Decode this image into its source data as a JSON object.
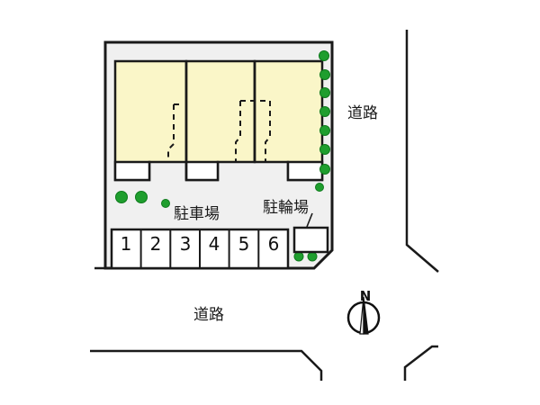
{
  "document": {
    "type": "site-plan",
    "background_color": "#ffffff"
  },
  "colors": {
    "building_fill": "#faf6c8",
    "lot_fill": "#f0f0f0",
    "outline": "#1a1a1a",
    "tree_green": "#1f9e2e",
    "tree_green_dark": "#0e7a1c",
    "stall_fill": "#ffffff",
    "text": "#1a1a1a"
  },
  "labels": {
    "parking_lot": "駐車場",
    "bicycle_parking": "駐輪場",
    "road_right": "道路",
    "road_bottom": "道路"
  },
  "parking_stalls": {
    "count": 6,
    "numbers": [
      "1",
      "2",
      "3",
      "4",
      "5",
      "6"
    ]
  },
  "compass": {
    "north_letter": "N"
  }
}
